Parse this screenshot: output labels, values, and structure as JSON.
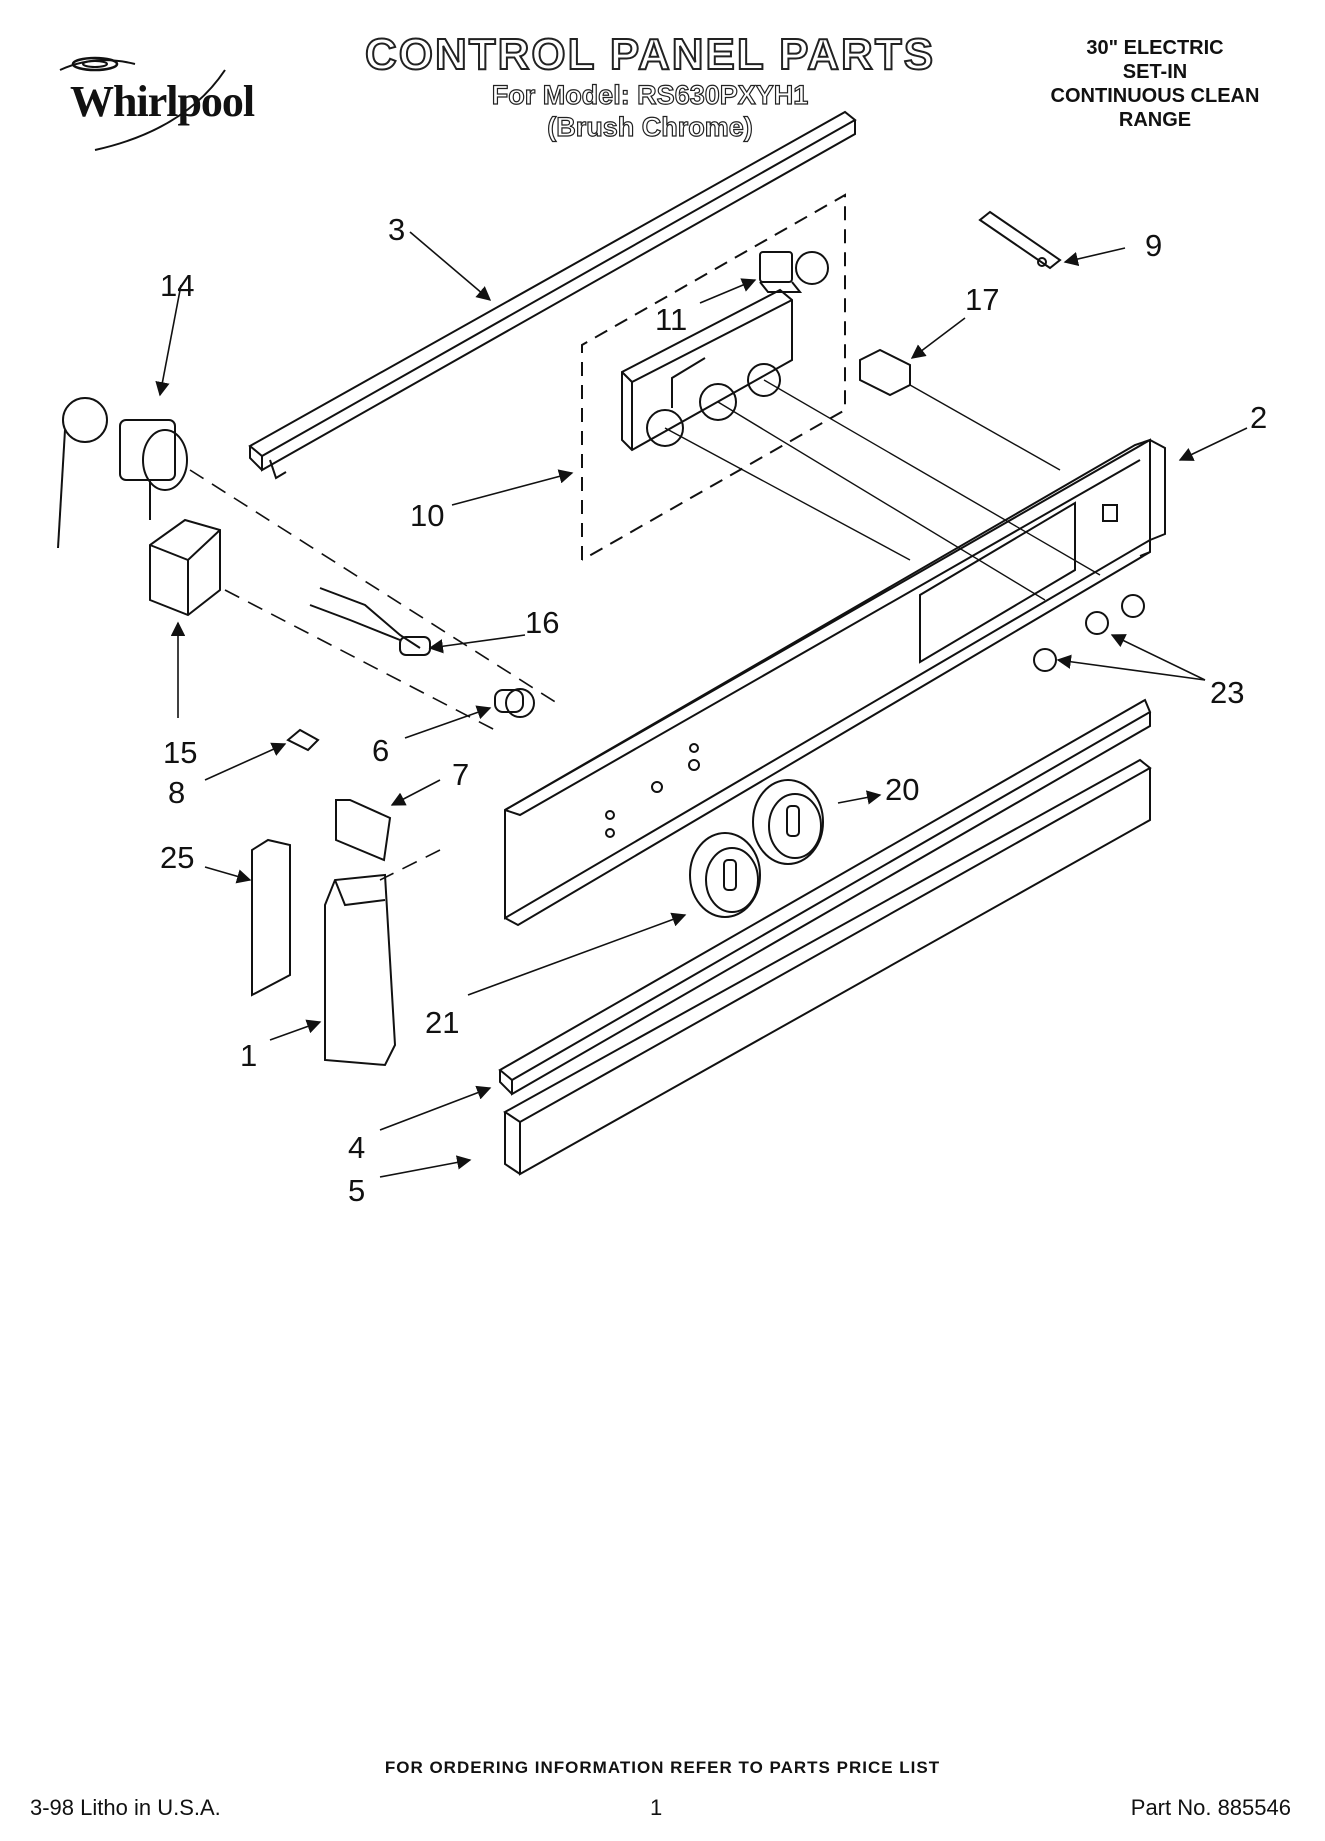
{
  "brand": {
    "logo_text": "Whirlpool"
  },
  "title": {
    "main": "CONTROL PANEL PARTS",
    "model_line": "For Model: RS630PXYH1",
    "finish_line": "(Brush Chrome)"
  },
  "product": {
    "line1": "30\" ELECTRIC",
    "line2": "SET-IN",
    "line3": "CONTINUOUS CLEAN",
    "line4": "RANGE"
  },
  "callouts": {
    "c1": "1",
    "c2": "2",
    "c3": "3",
    "c4": "4",
    "c5": "5",
    "c6": "6",
    "c7": "7",
    "c8": "8",
    "c9": "9",
    "c10": "10",
    "c11": "11",
    "c14": "14",
    "c15": "15",
    "c16": "16",
    "c17": "17",
    "c20": "20",
    "c21": "21",
    "c23": "23",
    "c25": "25"
  },
  "footer": {
    "ordering": "FOR ORDERING INFORMATION REFER TO PARTS PRICE LIST",
    "litho": "3-98 Litho in U.S.A.",
    "page": "1",
    "part_no": "Part No. 885546"
  }
}
